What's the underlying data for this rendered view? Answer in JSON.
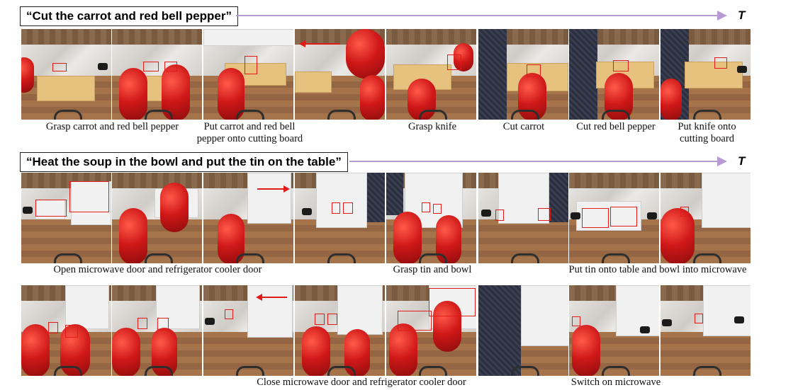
{
  "tasks": [
    {
      "instruction": "“Cut the carrot and red bell pepper”",
      "axis_label": "T"
    },
    {
      "instruction": "“Heat the soup in the bowl and put the tin on the table”",
      "axis_label": "T"
    }
  ],
  "captions_row1": [
    "Grasp carrot and red bell pepper",
    "Put carrot and red bell",
    "pepper onto cutting board",
    "Grasp knife",
    "Cut carrot",
    "Cut red bell pepper",
    "Put knife onto",
    "cutting board"
  ],
  "captions_row2": [
    "Open microwave door and refrigerator cooler door",
    "Grasp tin and bowl",
    "Put tin onto table and bowl into microwave"
  ],
  "captions_row3": [
    "Close microwave door and refrigerator cooler door",
    "Switch on microwave"
  ],
  "colors": {
    "arrow": "#b79ad3",
    "bbox": "#e11a1a",
    "robot": "#d01818"
  }
}
